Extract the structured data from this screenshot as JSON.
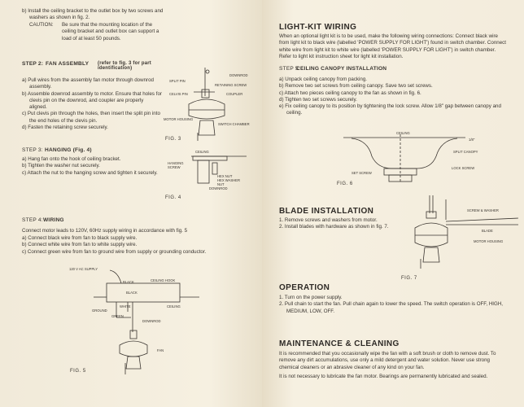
{
  "left": {
    "intro_b": "b) Install the ceiling bracket to the outlet box by two screws and washers as shown in fig. 2.",
    "caution_label": "CAUTION:",
    "caution_text": "Be sure that the mounting location of the ceiling bracket and outlet box can support a load of at least 50 pounds.",
    "step2": {
      "prefix": "STEP 2:",
      "title": "FAN ASSEMBLY",
      "note": "(refer to fig. 3 for part identification)",
      "items": [
        "a) Pull wires from the assembly fan motor through downrod assembly.",
        "b) Assemble downrod assembly to motor. Ensure that holes for clevis pin on the downrod, and coupler are properly aligned.",
        "c) Put clevis pin through the holes, then insert the split pin into the end holes of the clevis pin.",
        "d) Fasten the retaining screw securely."
      ]
    },
    "fig3": {
      "caption": "FIG. 3",
      "labels": [
        "DOWNROD",
        "SPLIT PIN",
        "RETAINING SCREW",
        "CELVIS PIN",
        "COUPLER",
        "MOTOR HOUSING",
        "SWITCH CHAMBER"
      ]
    },
    "step3": {
      "prefix": "STEP 3:",
      "title": "HANGING (Fig. 4)",
      "items": [
        "a) Hang fan onto the hook of ceiling bracket.",
        "b) Tighten the washer nut securely.",
        "c) Attach the nut to the hanging screw and tighten it securely."
      ]
    },
    "fig4": {
      "caption": "FIG. 4",
      "labels": [
        "CEILING",
        "HANGING",
        "SCREW",
        "HEX NUT",
        "HEX WASHER",
        "NUT",
        "DOWNROD"
      ]
    },
    "step4": {
      "prefix": "STEP 4:",
      "title": "WIRING",
      "intro": "Connect motor leads to 120V, 60Hz supply wiring in accordance with fig. 5",
      "items": [
        "a) Connect black wire from fan to black supply wire.",
        "b) Connect white wire from fan to white supply wire.",
        "c) Connect green wire from fan to ground wire from supply or grounding conductor."
      ]
    },
    "fig5": {
      "caption": "FIG. 5",
      "labels": [
        "120 V AC SUPPLY",
        "BLACK",
        "CEILING HOOK",
        "BLACK",
        "WHITE",
        "CEILING",
        "GROUND",
        "GREEN",
        "DOWNROD",
        "FAN"
      ]
    }
  },
  "right": {
    "lightkit": {
      "title": "LIGHT-KIT WIRING",
      "text": "When an optional light kit is to be used, make the following wiring connections: Connect black wire from light kit to black wire (labelled 'POWER SUPPLY FOR LIGHT') found in switch chamber. Connect white wire from light kit to white wire (labelled 'POWER SUPPLY FOR LIGHT') in switch chamber. Refer to light kit instruction sheet for light kit installation."
    },
    "step5": {
      "prefix": "STEP 5:",
      "title": "CEILING CANOPY INSTALLATION",
      "items": [
        "a) Unpack ceiling canopy from packing.",
        "b) Remove two set screws from ceiling canopy. Save two set screws.",
        "c) Attach two pieces ceiling canopy to the fan as shown in fig. 6.",
        "d) Tighten two set screws securely.",
        "e) Fix ceiling canopy to its position by tightening the lock screw. Allow 1/8\" gap between canopy and ceiling."
      ]
    },
    "fig6": {
      "caption": "FIG. 6",
      "labels": [
        "CEILING",
        "1/8\"",
        "SPLIT CANOPY",
        "LOCK SCREW",
        "SET SCREW"
      ]
    },
    "blade": {
      "title": "BLADE INSTALLATION",
      "items": [
        "1. Remove screws and washers from motor.",
        "2. Install blades with hardware as shown in fig. 7."
      ]
    },
    "fig7": {
      "caption": "FIG. 7",
      "labels": [
        "SCREW & WASHER",
        "BLADE",
        "MOTOR HOUSING"
      ]
    },
    "operation": {
      "title": "OPERATION",
      "items": [
        "1. Turn on the power supply.",
        "2. Pull chain to start the fan. Pull chain again to lower the speed. The switch operation is OFF, HIGH, MEDIUM, LOW, OFF."
      ]
    },
    "maintenance": {
      "title": "MAINTENANCE & CLEANING",
      "p1": "It is recommended that you occasionally wipe the fan with a soft brush or cloth to remove dust. To remove any dirt accumulations, use only a mild detergent and water solution. Never use strong chemical cleaners or an abrasive cleaner of any kind on your fan.",
      "p2": "It is not necessary to lubricate the fan motor. Bearings are permanently lubricated and sealed."
    }
  }
}
